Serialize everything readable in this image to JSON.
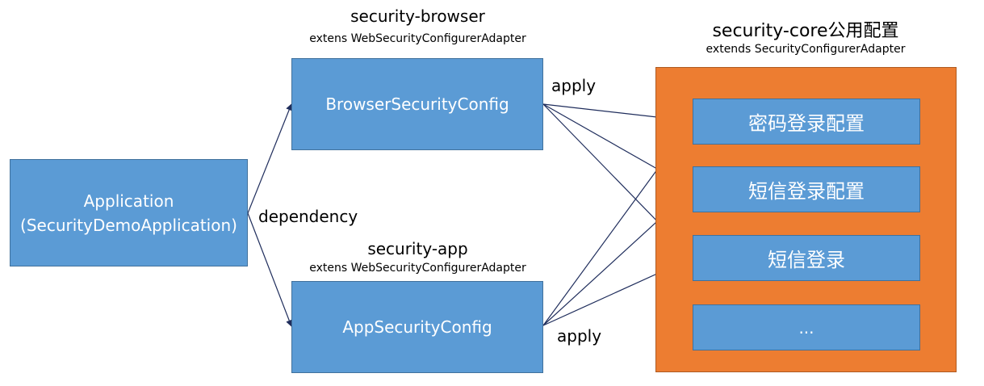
{
  "application": {
    "line1": "Application",
    "line2": "(SecurityDemoApplication)"
  },
  "dependency_label": "dependency",
  "browser": {
    "title": "security-browser",
    "subtitle": "extens WebSecurityConfigurerAdapter",
    "box_label": "BrowserSecurityConfig"
  },
  "app": {
    "title": "security-app",
    "subtitle": "extens WebSecurityConfigurerAdapter",
    "box_label": "AppSecurityConfig"
  },
  "apply_top": "apply",
  "apply_bottom": "apply",
  "core": {
    "title": "security-core公用配置",
    "subtitle": "extends SecurityConfigurerAdapter",
    "items": [
      "密码登录配置",
      "短信登录配置",
      "短信登录",
      "..."
    ]
  },
  "colors": {
    "box_blue": "#5b9bd5",
    "box_border": "#41719c",
    "core_orange": "#ed7d31",
    "arrow": "#1f2d5c"
  }
}
